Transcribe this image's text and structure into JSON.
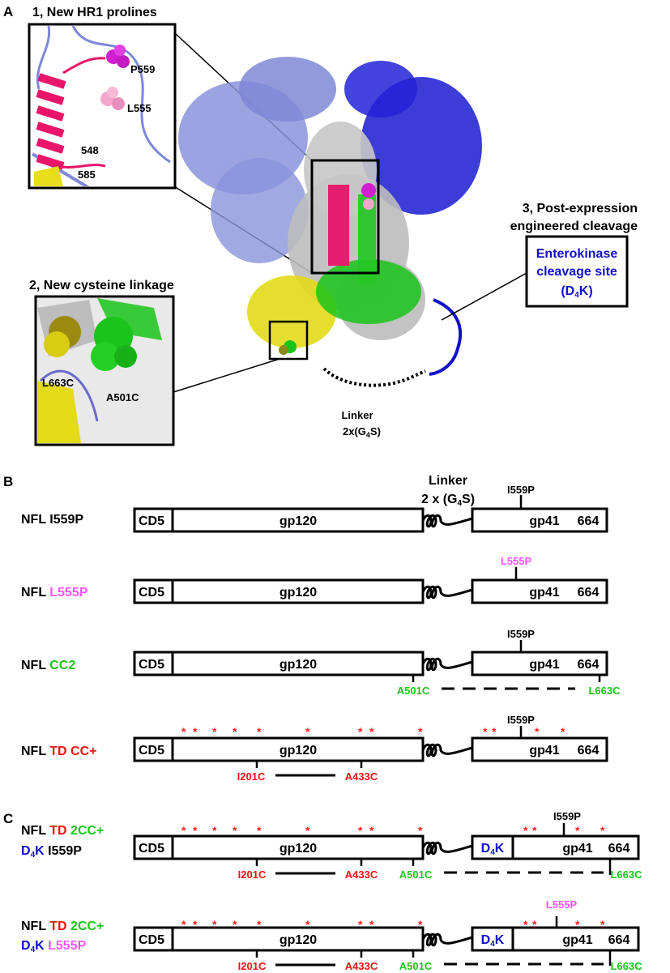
{
  "colors": {
    "black": "#000000",
    "hr1_pink": "#e8156a",
    "magenta": "#e020e0",
    "light_pink": "#f29ac4",
    "l555p_label": "#ff55ff",
    "green": "#1ac41a",
    "red": "#ee1111",
    "blue": "#1010c8",
    "periwinkle": "#7f88d6",
    "gray": "#b5b5b5",
    "yellow": "#e8df1a"
  },
  "panelA": {
    "letter": "A",
    "inset1": {
      "title": "1, New HR1 prolines",
      "labels": [
        "P559",
        "L555",
        "548",
        "585"
      ]
    },
    "inset2": {
      "title": "2, New cysteine linkage",
      "labels": [
        "L663C",
        "A501C"
      ]
    },
    "inset3": {
      "title_line1": "3, Post-expression",
      "title_line2": "engineered cleavage",
      "box_line1": "Enterokinase",
      "box_line2": "cleavage site",
      "box_line3_pre": "(D",
      "box_line3_sub": "4",
      "box_line3_post": "K)"
    },
    "linker": {
      "line1": "Linker",
      "line2_pre": "2x(G",
      "line2_sub": "4",
      "line2_post": "S)"
    }
  },
  "panelB": {
    "letter": "B",
    "linker_line1": "Linker",
    "linker_line2_pre": "2 x (G",
    "linker_line2_sub": "4",
    "linker_line2_post": "S)",
    "rows": [
      {
        "prefix": "NFL ",
        "name": "I559P",
        "cd5": "CD5",
        "gp120": "gp120",
        "gp41": "gp41",
        "end": "664",
        "mut_top": "I559P"
      },
      {
        "prefix": "NFL ",
        "name": "L555P",
        "cd5": "CD5",
        "gp120": "gp120",
        "gp41": "gp41",
        "end": "664",
        "mut_top": "L555P"
      },
      {
        "prefix": "NFL ",
        "name": "CC2",
        "cd5": "CD5",
        "gp120": "gp120",
        "gp41": "gp41",
        "end": "664",
        "mut_top": "I559P",
        "cys_left": "A501C",
        "cys_right": "L663C"
      },
      {
        "prefix": "NFL ",
        "name": "TD CC+",
        "cd5": "CD5",
        "gp120": "gp120",
        "gp41": "gp41",
        "end": "664",
        "mut_top": "I559P",
        "cys_left": "I201C",
        "cys_right": "A433C",
        "stars": "*"
      }
    ]
  },
  "panelC": {
    "letter": "C",
    "rows": [
      {
        "l1_prefix": "NFL ",
        "l1_td": "TD ",
        "l1_cc": "2CC+",
        "l2_pre": "D",
        "l2_sub": "4",
        "l2_post": "K ",
        "l2_mut": "I559P",
        "cd5": "CD5",
        "gp120": "gp120",
        "d4k_pre": "D",
        "d4k_sub": "4",
        "d4k_post": "K",
        "gp41": "gp41",
        "end": "664",
        "mut_top": "I559P",
        "c1": "I201C",
        "c2": "A433C",
        "c3": "A501C",
        "c4": "L663C"
      },
      {
        "l1_prefix": "NFL ",
        "l1_td": "TD ",
        "l1_cc": "2CC+",
        "l2_pre": "D",
        "l2_sub": "4",
        "l2_post": "K ",
        "l2_mut": "L555P",
        "cd5": "CD5",
        "gp120": "gp120",
        "d4k_pre": "D",
        "d4k_sub": "4",
        "d4k_post": "K",
        "gp41": "gp41",
        "end": "664",
        "mut_top": "L555P",
        "c1": "I201C",
        "c2": "A433C",
        "c3": "A501C",
        "c4": "L663C"
      }
    ]
  }
}
